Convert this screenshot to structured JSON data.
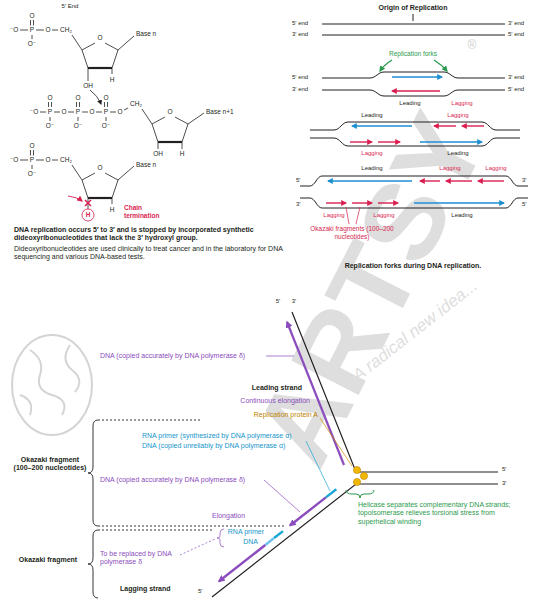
{
  "diagram": {
    "labels": [
      "5′ End",
      "O",
      "⁻O",
      "P",
      "O",
      "CH₂",
      "O⁻",
      "O",
      "Base n",
      "OH",
      "H",
      "⁻O",
      "P",
      "O",
      "P",
      "O",
      "P",
      "O",
      "CH₂",
      "O",
      "O",
      "O",
      "O⁻",
      "O⁻",
      "O⁻",
      "O",
      "Base n+1",
      "OH",
      "H",
      "O",
      "⁻O",
      "P",
      "O",
      "CH₂",
      "O⁻",
      "O",
      "Base n",
      "H",
      "H",
      "Chain termination",
      "DNA replication occurs 5′ to 3′ and is stopped by incorporated synthetic dideoxyribonucleotides that lack the 3′ hydroxyl group.",
      "Dideoxyribonucleotides are used clinically to treat cancer and in the laboratory for DNA sequencing and various DNA-based tests.",
      "Origin of Replication",
      "5′ end",
      "3′ end",
      "3′ end",
      "5′ end",
      "Replication forks",
      "5′ end",
      "3′ end",
      "3′ end",
      "5′ end",
      "Leading",
      "Lagging",
      "Leading",
      "Lagging",
      "Lagging",
      "Leading",
      "Leading",
      "Lagging",
      "Lagging",
      "Lagging",
      "Lagging",
      "Leading",
      "5′",
      "3′",
      "3′",
      "5′",
      "Okazaki fragments (100–200 nucleotides)",
      "Replication forks during DNA replication.",
      "5′",
      "3′",
      "DNA (copied accurately by DNA polymerase δ)",
      "Leading strand",
      "Continuous elongation",
      "Replication protein A",
      "5′",
      "3′",
      "RNA primer (synthesized by DNA polymerase α)",
      "DNA (copied unreliably by DNA polymerase α)",
      "Okazaki fragment (100–200 nucleotides)",
      "DNA (copied accurately by DNA polymerase δ)",
      "Helicase separates complementary DNA strands; topoisomerase relieves torsional stress from superhelical winding",
      "Elongation",
      "To be replaced by DNA polymerase δ",
      "RNA primer",
      "DNA",
      "Okazaki fragment",
      "Lagging strand",
      "5′",
      "ARTSY",
      "®",
      "A radical new idea..."
    ]
  }
}
